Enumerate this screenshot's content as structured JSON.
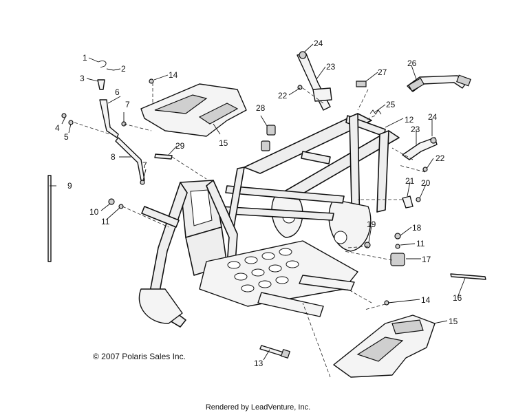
{
  "copyright": "© 2007 Polaris Sales Inc.",
  "footer": "Rendered by LeadVenture, Inc.",
  "callouts": [
    {
      "id": "c1",
      "label": "1"
    },
    {
      "id": "c2",
      "label": "2"
    },
    {
      "id": "c3",
      "label": "3"
    },
    {
      "id": "c4",
      "label": "4"
    },
    {
      "id": "c5",
      "label": "5"
    },
    {
      "id": "c6",
      "label": "6"
    },
    {
      "id": "c7a",
      "label": "7"
    },
    {
      "id": "c7b",
      "label": "7"
    },
    {
      "id": "c8",
      "label": "8"
    },
    {
      "id": "c9",
      "label": "9"
    },
    {
      "id": "c10",
      "label": "10"
    },
    {
      "id": "c11a",
      "label": "11"
    },
    {
      "id": "c11b",
      "label": "11"
    },
    {
      "id": "c12",
      "label": "12"
    },
    {
      "id": "c13",
      "label": "13"
    },
    {
      "id": "c14a",
      "label": "14"
    },
    {
      "id": "c14b",
      "label": "14"
    },
    {
      "id": "c15a",
      "label": "15"
    },
    {
      "id": "c15b",
      "label": "15"
    },
    {
      "id": "c16",
      "label": "16"
    },
    {
      "id": "c17",
      "label": "17"
    },
    {
      "id": "c18",
      "label": "18"
    },
    {
      "id": "c19",
      "label": "19"
    },
    {
      "id": "c20",
      "label": "20"
    },
    {
      "id": "c21",
      "label": "21"
    },
    {
      "id": "c22a",
      "label": "22"
    },
    {
      "id": "c22b",
      "label": "22"
    },
    {
      "id": "c23a",
      "label": "23"
    },
    {
      "id": "c23b",
      "label": "23"
    },
    {
      "id": "c24a",
      "label": "24"
    },
    {
      "id": "c24b",
      "label": "24"
    },
    {
      "id": "c25",
      "label": "25"
    },
    {
      "id": "c26",
      "label": "26"
    },
    {
      "id": "c27",
      "label": "27"
    },
    {
      "id": "c28",
      "label": "28"
    },
    {
      "id": "c29",
      "label": "29"
    }
  ]
}
